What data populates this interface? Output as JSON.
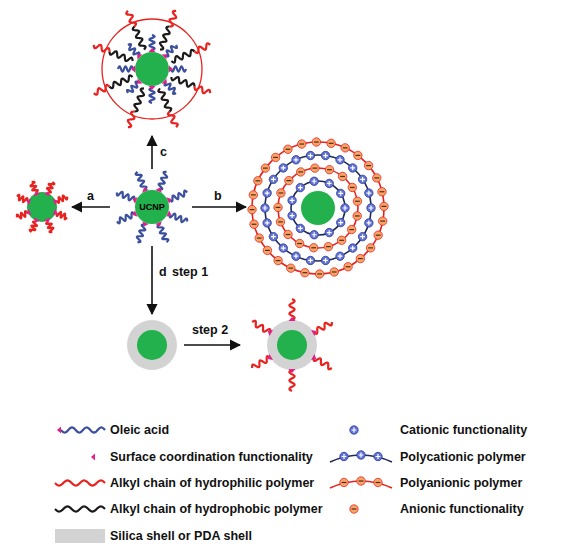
{
  "diagram": {
    "nodes": [
      {
        "text": [
          "UCNP"
        ]
      }
    ],
    "labels": [
      "c",
      "a",
      "b",
      "d",
      "step 1",
      "step 2"
    ],
    "legend": [
      {
        "text": "Oleic acid"
      },
      {
        "text": "Surface coordination functionality"
      },
      {
        "text": "Alkyl chain of hydrophilic polymer"
      },
      {
        "text": "Alkyl chain of hydrophobic polymer"
      },
      {
        "text": "Silica shell or PDA shell",
        "color": "#d3d3d3"
      },
      {
        "text": "Cationic functionality"
      },
      {
        "text": "Polycationic polymer"
      },
      {
        "text": "Polyanionic polymer"
      },
      {
        "text": "Anionic functionality"
      }
    ]
  }
}
